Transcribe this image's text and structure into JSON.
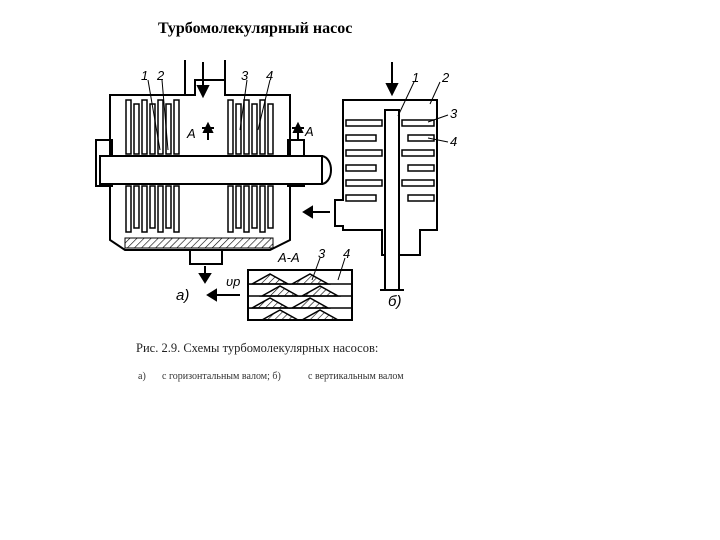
{
  "title": "Турбомолекулярный насос",
  "figure_a": {
    "labels": [
      "1",
      "2",
      "3",
      "4"
    ],
    "section_marker": "A",
    "section_title": "A-A",
    "section_labels": [
      "3",
      "4"
    ],
    "flow_label": "υр",
    "letter": "а)"
  },
  "figure_b": {
    "labels": [
      "1",
      "2",
      "3",
      "4"
    ],
    "letter": "б)"
  },
  "caption": {
    "main": "Рис. 2.9. Схемы турбомолекулярных насосов:",
    "sub_a_letter": "а)",
    "sub_a_text": "с горизонтальным валом; б)",
    "sub_b_text": "с вертикальным валом"
  }
}
